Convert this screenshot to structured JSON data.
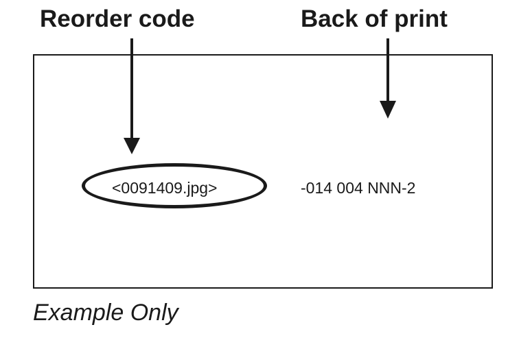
{
  "labels": {
    "reorder_code": "Reorder code",
    "back_of_print": "Back of print"
  },
  "print": {
    "filename_code": "<0091409.jpg>",
    "print_id": "-014 004 NNN-2"
  },
  "caption": "Example Only",
  "colors": {
    "ink": "#1a1a1a",
    "background": "#ffffff"
  }
}
